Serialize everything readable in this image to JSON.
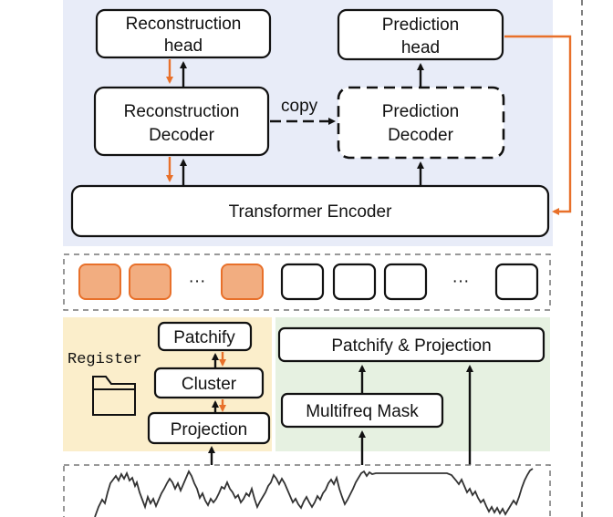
{
  "colors": {
    "top_panel": "#e8ecf8",
    "register_panel": "#fbeecb",
    "mask_panel": "#e6f1e1",
    "orange_arrow": "#e8702a",
    "filled_patch": "#f2ad80",
    "filled_patch_border": "#e8702a",
    "stroke": "#111111"
  },
  "top": {
    "reconstruction_head": [
      "Reconstruction",
      "head"
    ],
    "prediction_head": [
      "Prediction",
      "head"
    ],
    "reconstruction_decoder": [
      "Reconstruction",
      "Decoder"
    ],
    "prediction_decoder": [
      "Prediction",
      "Decoder"
    ],
    "copy_label": "copy",
    "encoder": "Transformer Encoder"
  },
  "tokens": {
    "ellipsis_left": "···",
    "ellipsis_right": "···"
  },
  "register": {
    "label": "Register",
    "icon": "folder-icon",
    "patchify": "Patchify",
    "cluster": "Cluster",
    "projection": "Projection"
  },
  "mask_panel": {
    "patchify_projection": "Patchify & Projection",
    "multifreq_mask": "Multifreq Mask"
  }
}
